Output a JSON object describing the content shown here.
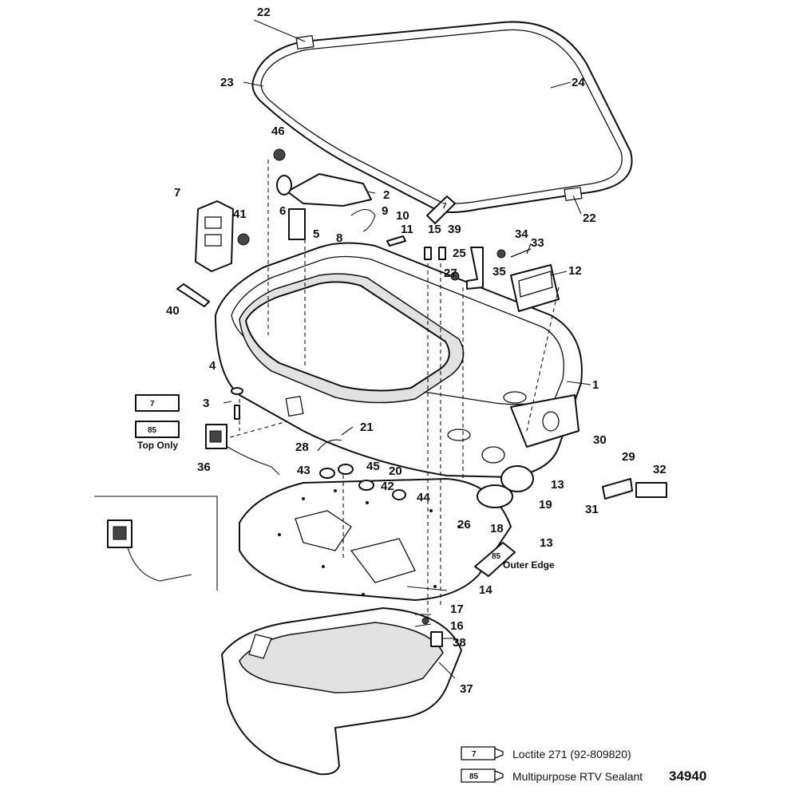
{
  "callouts": [
    {
      "id": "c1",
      "text": "1"
    },
    {
      "id": "c2",
      "text": "2"
    },
    {
      "id": "c3",
      "text": "3"
    },
    {
      "id": "c4",
      "text": "4"
    },
    {
      "id": "c5",
      "text": "5"
    },
    {
      "id": "c6",
      "text": "6"
    },
    {
      "id": "c7a",
      "text": "7"
    },
    {
      "id": "c8",
      "text": "8"
    },
    {
      "id": "c9",
      "text": "9"
    },
    {
      "id": "c10",
      "text": "10"
    },
    {
      "id": "c11",
      "text": "11"
    },
    {
      "id": "c12",
      "text": "12"
    },
    {
      "id": "c13a",
      "text": "13"
    },
    {
      "id": "c13b",
      "text": "13"
    },
    {
      "id": "c14",
      "text": "14"
    },
    {
      "id": "c15",
      "text": "15"
    },
    {
      "id": "c16",
      "text": "16"
    },
    {
      "id": "c17",
      "text": "17"
    },
    {
      "id": "c18",
      "text": "18"
    },
    {
      "id": "c19",
      "text": "19"
    },
    {
      "id": "c20",
      "text": "20"
    },
    {
      "id": "c21",
      "text": "21"
    },
    {
      "id": "c22a",
      "text": "22"
    },
    {
      "id": "c22b",
      "text": "22"
    },
    {
      "id": "c23",
      "text": "23"
    },
    {
      "id": "c24",
      "text": "24"
    },
    {
      "id": "c25",
      "text": "25"
    },
    {
      "id": "c26",
      "text": "26"
    },
    {
      "id": "c27",
      "text": "27"
    },
    {
      "id": "c28",
      "text": "28"
    },
    {
      "id": "c29",
      "text": "29"
    },
    {
      "id": "c30",
      "text": "30"
    },
    {
      "id": "c31",
      "text": "31"
    },
    {
      "id": "c32",
      "text": "32"
    },
    {
      "id": "c33",
      "text": "33"
    },
    {
      "id": "c34",
      "text": "34"
    },
    {
      "id": "c35",
      "text": "35"
    },
    {
      "id": "c36",
      "text": "36"
    },
    {
      "id": "c37",
      "text": "37"
    },
    {
      "id": "c38",
      "text": "38"
    },
    {
      "id": "c39",
      "text": "39"
    },
    {
      "id": "c40",
      "text": "40"
    },
    {
      "id": "c41",
      "text": "41"
    },
    {
      "id": "c42",
      "text": "42"
    },
    {
      "id": "c43",
      "text": "43"
    },
    {
      "id": "c44",
      "text": "44"
    },
    {
      "id": "c45",
      "text": "45"
    },
    {
      "id": "c46",
      "text": "46"
    }
  ],
  "tubes": {
    "t7_top": "7",
    "t7_left": "7",
    "t85_left": "85",
    "t85_right": "85"
  },
  "notes": {
    "top_only": "Top Only",
    "outer_edge": "Outer Edge"
  },
  "legend": {
    "items": [
      {
        "tube": "7",
        "text": "Loctite 271 (92-809820)"
      },
      {
        "tube": "85",
        "text": "Multipurpose RTV Sealant"
      }
    ]
  },
  "reference_number": "34940"
}
